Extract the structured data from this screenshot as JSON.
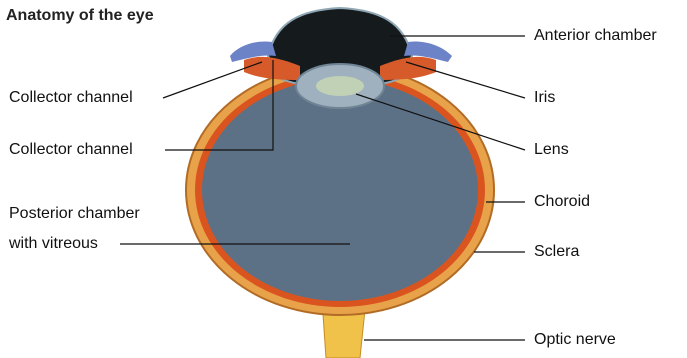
{
  "title": "Anatomy of the eye",
  "labels": {
    "collector_channel_upper": "Collector channel",
    "collector_channel_lower": "Collector channel",
    "posterior_chamber_line1": "Posterior chamber",
    "posterior_chamber_line2": "with vitreous",
    "anterior_chamber": "Anterior chamber",
    "iris": "Iris",
    "lens": "Lens",
    "choroid": "Choroid",
    "sclera": "Sclera",
    "optic_nerve": "Optic nerve"
  },
  "colors": {
    "sclera": "#e8a24a",
    "choroid": "#d9541e",
    "vitreous": "#5d7186",
    "anterior_chamber": "#151a1d",
    "lens": "#9fb0be",
    "optic_nerve": "#f0c24a",
    "iris": "#d75a2a"
  }
}
